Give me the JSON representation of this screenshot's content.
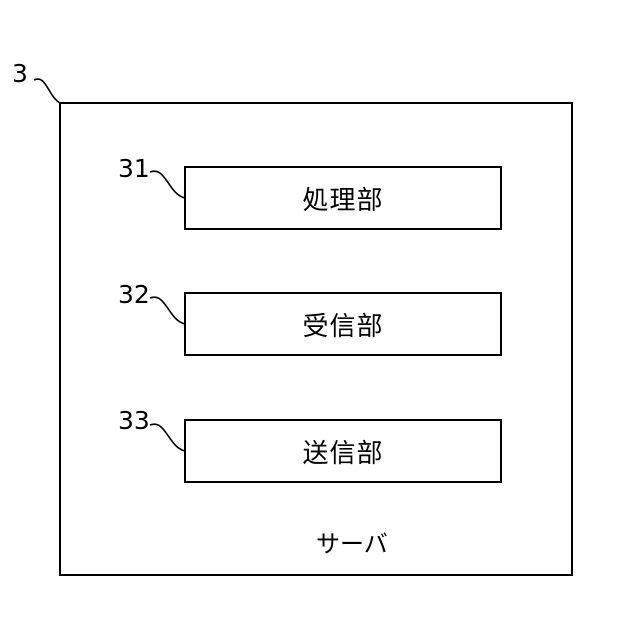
{
  "diagram": {
    "server": {
      "ref": "3",
      "label": "サーバ"
    },
    "units": [
      {
        "ref": "31",
        "label": "処理部"
      },
      {
        "ref": "32",
        "label": "受信部"
      },
      {
        "ref": "33",
        "label": "送信部"
      }
    ]
  }
}
